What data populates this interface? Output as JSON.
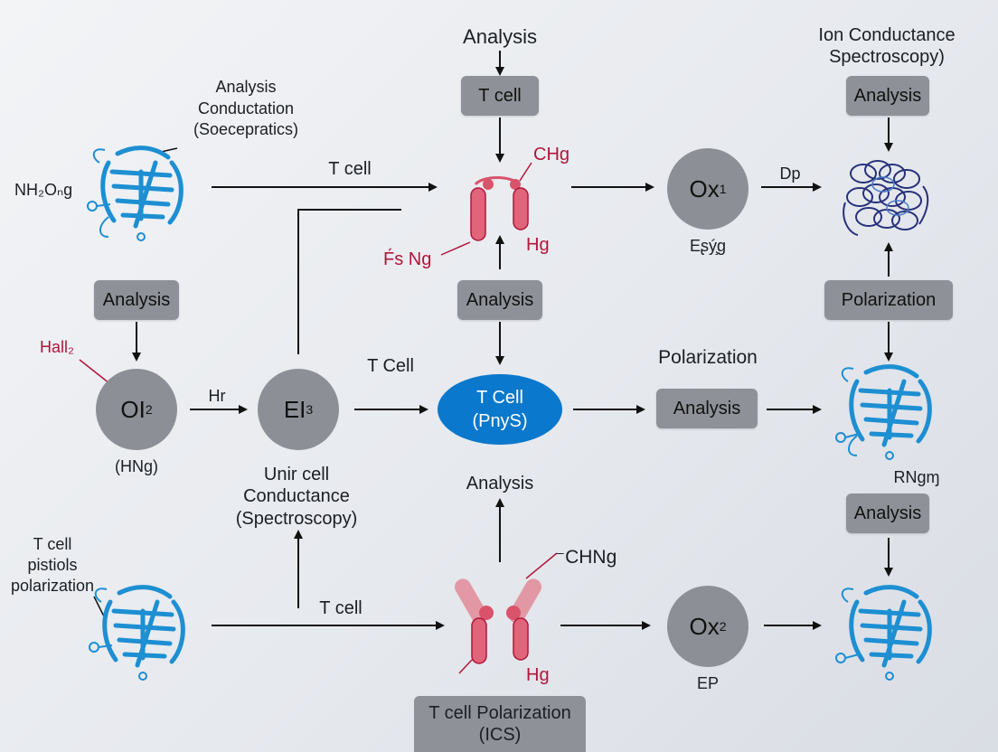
{
  "diagram": {
    "top_label_center": "Analysis",
    "top_label_right_1": "Ion Conductance",
    "top_label_right_2": "Spectroscopy)",
    "tl_caption_1": "Analysis",
    "tl_caption_2": "Conductation",
    "tl_caption_3": "(Soecepratics)",
    "nh2ong": "NH₂Oₙg",
    "tcell_row1": "T cell",
    "box_tcell_top": "T cell",
    "box_analysis_topright": "Analysis",
    "ch_label": "CHg",
    "hg_top": "Hg",
    "fis_ng": "F́s Ng",
    "ox1_label": "Ox",
    "ox1_sup": "1",
    "esyig": "Eʂý̧g",
    "dp_label": "Dp",
    "box_analysis_left": "Analysis",
    "box_analysis_mid": "Analysis",
    "box_polarization_right": "Polarization",
    "hall2": "Hall₂",
    "oi_label": "OI",
    "oi_sup": "2",
    "hr_label": "Hr",
    "ei_label": "EI",
    "ei_sup": "3",
    "tcell_mid_label": "T Cell",
    "ellipse_line1": "T Cell",
    "ellipse_line2": "(PnyS)",
    "polarization_mid": "Polarization",
    "box_analysis_row2": "Analysis",
    "hng_label": "(HNg)",
    "unir_1": "Unir cell",
    "unir_2": "Conductance",
    "unir_3": "(Spectroscopy)",
    "analysis_lower_mid": "Analysis",
    "rngm": "RNɡɱ",
    "box_analysis_lowerright": "Analysis",
    "bl_caption_1": "T cell",
    "bl_caption_2": "pistiols",
    "bl_caption_3": "polarization",
    "chng_label": "⁻CHNg",
    "tcell_row3": "T cell",
    "ox2_label": "Ox",
    "ox2_sup": "2",
    "hg_bottom": "Hg",
    "ep_label": "EP",
    "bottom_box_1": "T cell Polarization",
    "bottom_box_2": "(ICS)"
  },
  "colors": {
    "protein_blue": "#1d8fd2",
    "antibody_red": "#d9536b",
    "helix_navy": "#27307a",
    "node_gray": "#8c9096",
    "ellipse_blue": "#0a78cc",
    "label_red": "#b0163a"
  },
  "icons": [
    "protein-icon",
    "antibody-icon",
    "helix-protein-icon"
  ]
}
